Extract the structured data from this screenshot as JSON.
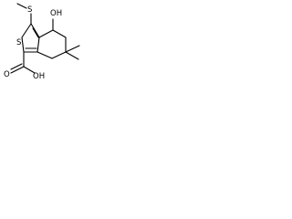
{
  "structure": {
    "labels": {
      "oh": "OH",
      "s": "S",
      "cooh": "OH",
      "carbonyl_o": "O",
      "ring_s": "S"
    },
    "colors": {
      "bond": "#000000",
      "text": "#000000",
      "background": "#ffffff"
    }
  }
}
